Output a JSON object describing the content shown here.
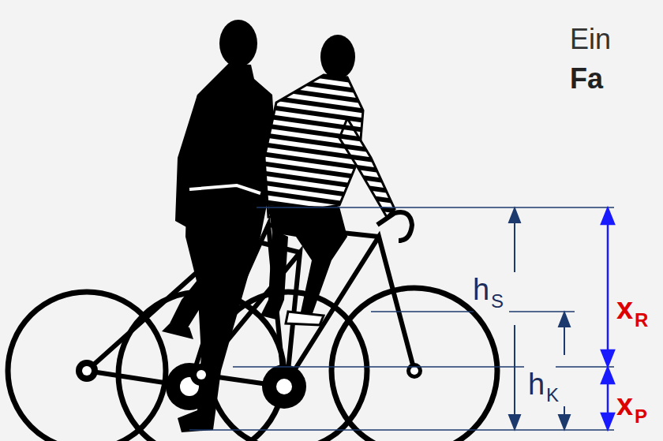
{
  "diagram": {
    "labels": [
      "Ein",
      "Fa",
      "h",
      "S",
      "h",
      "K",
      "x",
      "R",
      "x",
      "P"
    ]
  }
}
